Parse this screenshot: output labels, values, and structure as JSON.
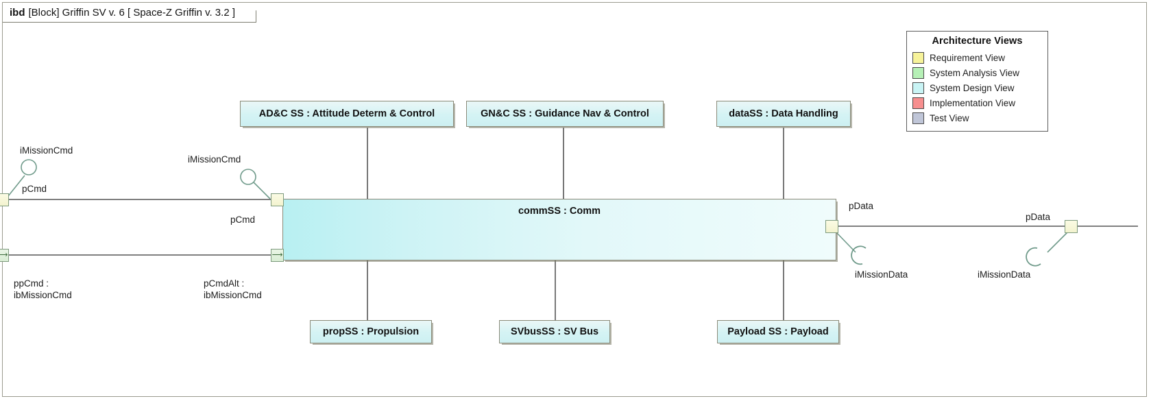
{
  "diagram": {
    "keyword": "ibd",
    "header_rest": "[Block] Griffin SV v. 6 [ Space-Z Griffin v. 3.2 ]"
  },
  "legend": {
    "title": "Architecture Views",
    "items": [
      {
        "label": "Requirement View",
        "color": "#f7f39a"
      },
      {
        "label": "System Analysis View",
        "color": "#b6f0b6"
      },
      {
        "label": "System Design View",
        "color": "#c9f4f5"
      },
      {
        "label": "Implementation View",
        "color": "#f78f8f"
      },
      {
        "label": "Test View",
        "color": "#c0c6d8"
      }
    ]
  },
  "blocks": {
    "adc": {
      "label": "AD&C SS : Attitude Determ & Control"
    },
    "gnc": {
      "label": "GN&C SS : Guidance Nav & Control"
    },
    "data": {
      "label": "dataSS : Data Handling"
    },
    "comm": {
      "label": "commSS : Comm"
    },
    "prop": {
      "label": "propSS : Propulsion"
    },
    "svbus": {
      "label": "SVbusSS : SV Bus"
    },
    "payload": {
      "label": "Payload SS : Payload"
    }
  },
  "labels": {
    "iface_left_top": "iMissionCmd",
    "iface_mid_top": "iMissionCmd",
    "port_left_pcmd": "pCmd",
    "port_mid_pcmd": "pCmd",
    "port_left_ppcmd": "ppCmd :\nibMissionCmd",
    "port_mid_pcmdalt": "pCmdAlt :\nibMissionCmd",
    "port_pdata_inner": "pData",
    "port_pdata_outer": "pData",
    "iface_data_inner": "iMissionData",
    "iface_data_outer": "iMissionData"
  },
  "colors": {
    "block_border": "#8a8a78",
    "block_fill": "#cdf0f2",
    "port_fill": "#f7f7d4",
    "connector": "#555555",
    "interface": "#6f9a8a"
  }
}
